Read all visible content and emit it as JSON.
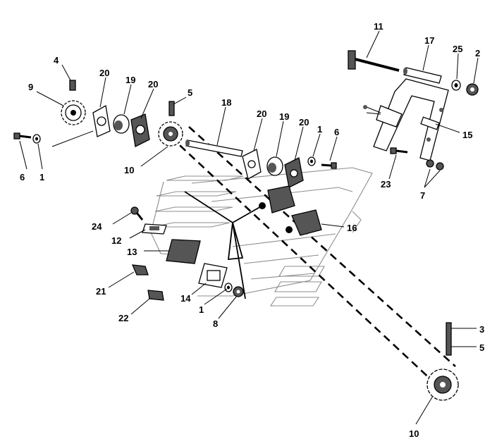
{
  "diagram": {
    "colors": {
      "ink": "#000000",
      "frame": "#8c8c8c",
      "shade": "#555555",
      "paper": "#ffffff"
    },
    "callouts": [
      {
        "id": "c-4",
        "text": "4"
      },
      {
        "id": "c-9",
        "text": "9"
      },
      {
        "id": "c-20a",
        "text": "20"
      },
      {
        "id": "c-19a",
        "text": "19"
      },
      {
        "id": "c-20b",
        "text": "20"
      },
      {
        "id": "c-5a",
        "text": "5"
      },
      {
        "id": "c-18",
        "text": "18"
      },
      {
        "id": "c-20c",
        "text": "20"
      },
      {
        "id": "c-19b",
        "text": "19"
      },
      {
        "id": "c-20d",
        "text": "20"
      },
      {
        "id": "c-1a",
        "text": "1"
      },
      {
        "id": "c-6a",
        "text": "6"
      },
      {
        "id": "c-11",
        "text": "11"
      },
      {
        "id": "c-17",
        "text": "17"
      },
      {
        "id": "c-25",
        "text": "25"
      },
      {
        "id": "c-2",
        "text": "2"
      },
      {
        "id": "c-15",
        "text": "15"
      },
      {
        "id": "c-6b",
        "text": "6"
      },
      {
        "id": "c-1b",
        "text": "1"
      },
      {
        "id": "c-10a",
        "text": "10"
      },
      {
        "id": "c-23",
        "text": "23"
      },
      {
        "id": "c-7",
        "text": "7"
      },
      {
        "id": "c-24",
        "text": "24"
      },
      {
        "id": "c-12",
        "text": "12"
      },
      {
        "id": "c-16",
        "text": "16"
      },
      {
        "id": "c-13",
        "text": "13"
      },
      {
        "id": "c-21",
        "text": "21"
      },
      {
        "id": "c-14",
        "text": "14"
      },
      {
        "id": "c-1c",
        "text": "1"
      },
      {
        "id": "c-8",
        "text": "8"
      },
      {
        "id": "c-22",
        "text": "22"
      },
      {
        "id": "c-3",
        "text": "3"
      },
      {
        "id": "c-5b",
        "text": "5"
      },
      {
        "id": "c-10b",
        "text": "10"
      }
    ]
  }
}
